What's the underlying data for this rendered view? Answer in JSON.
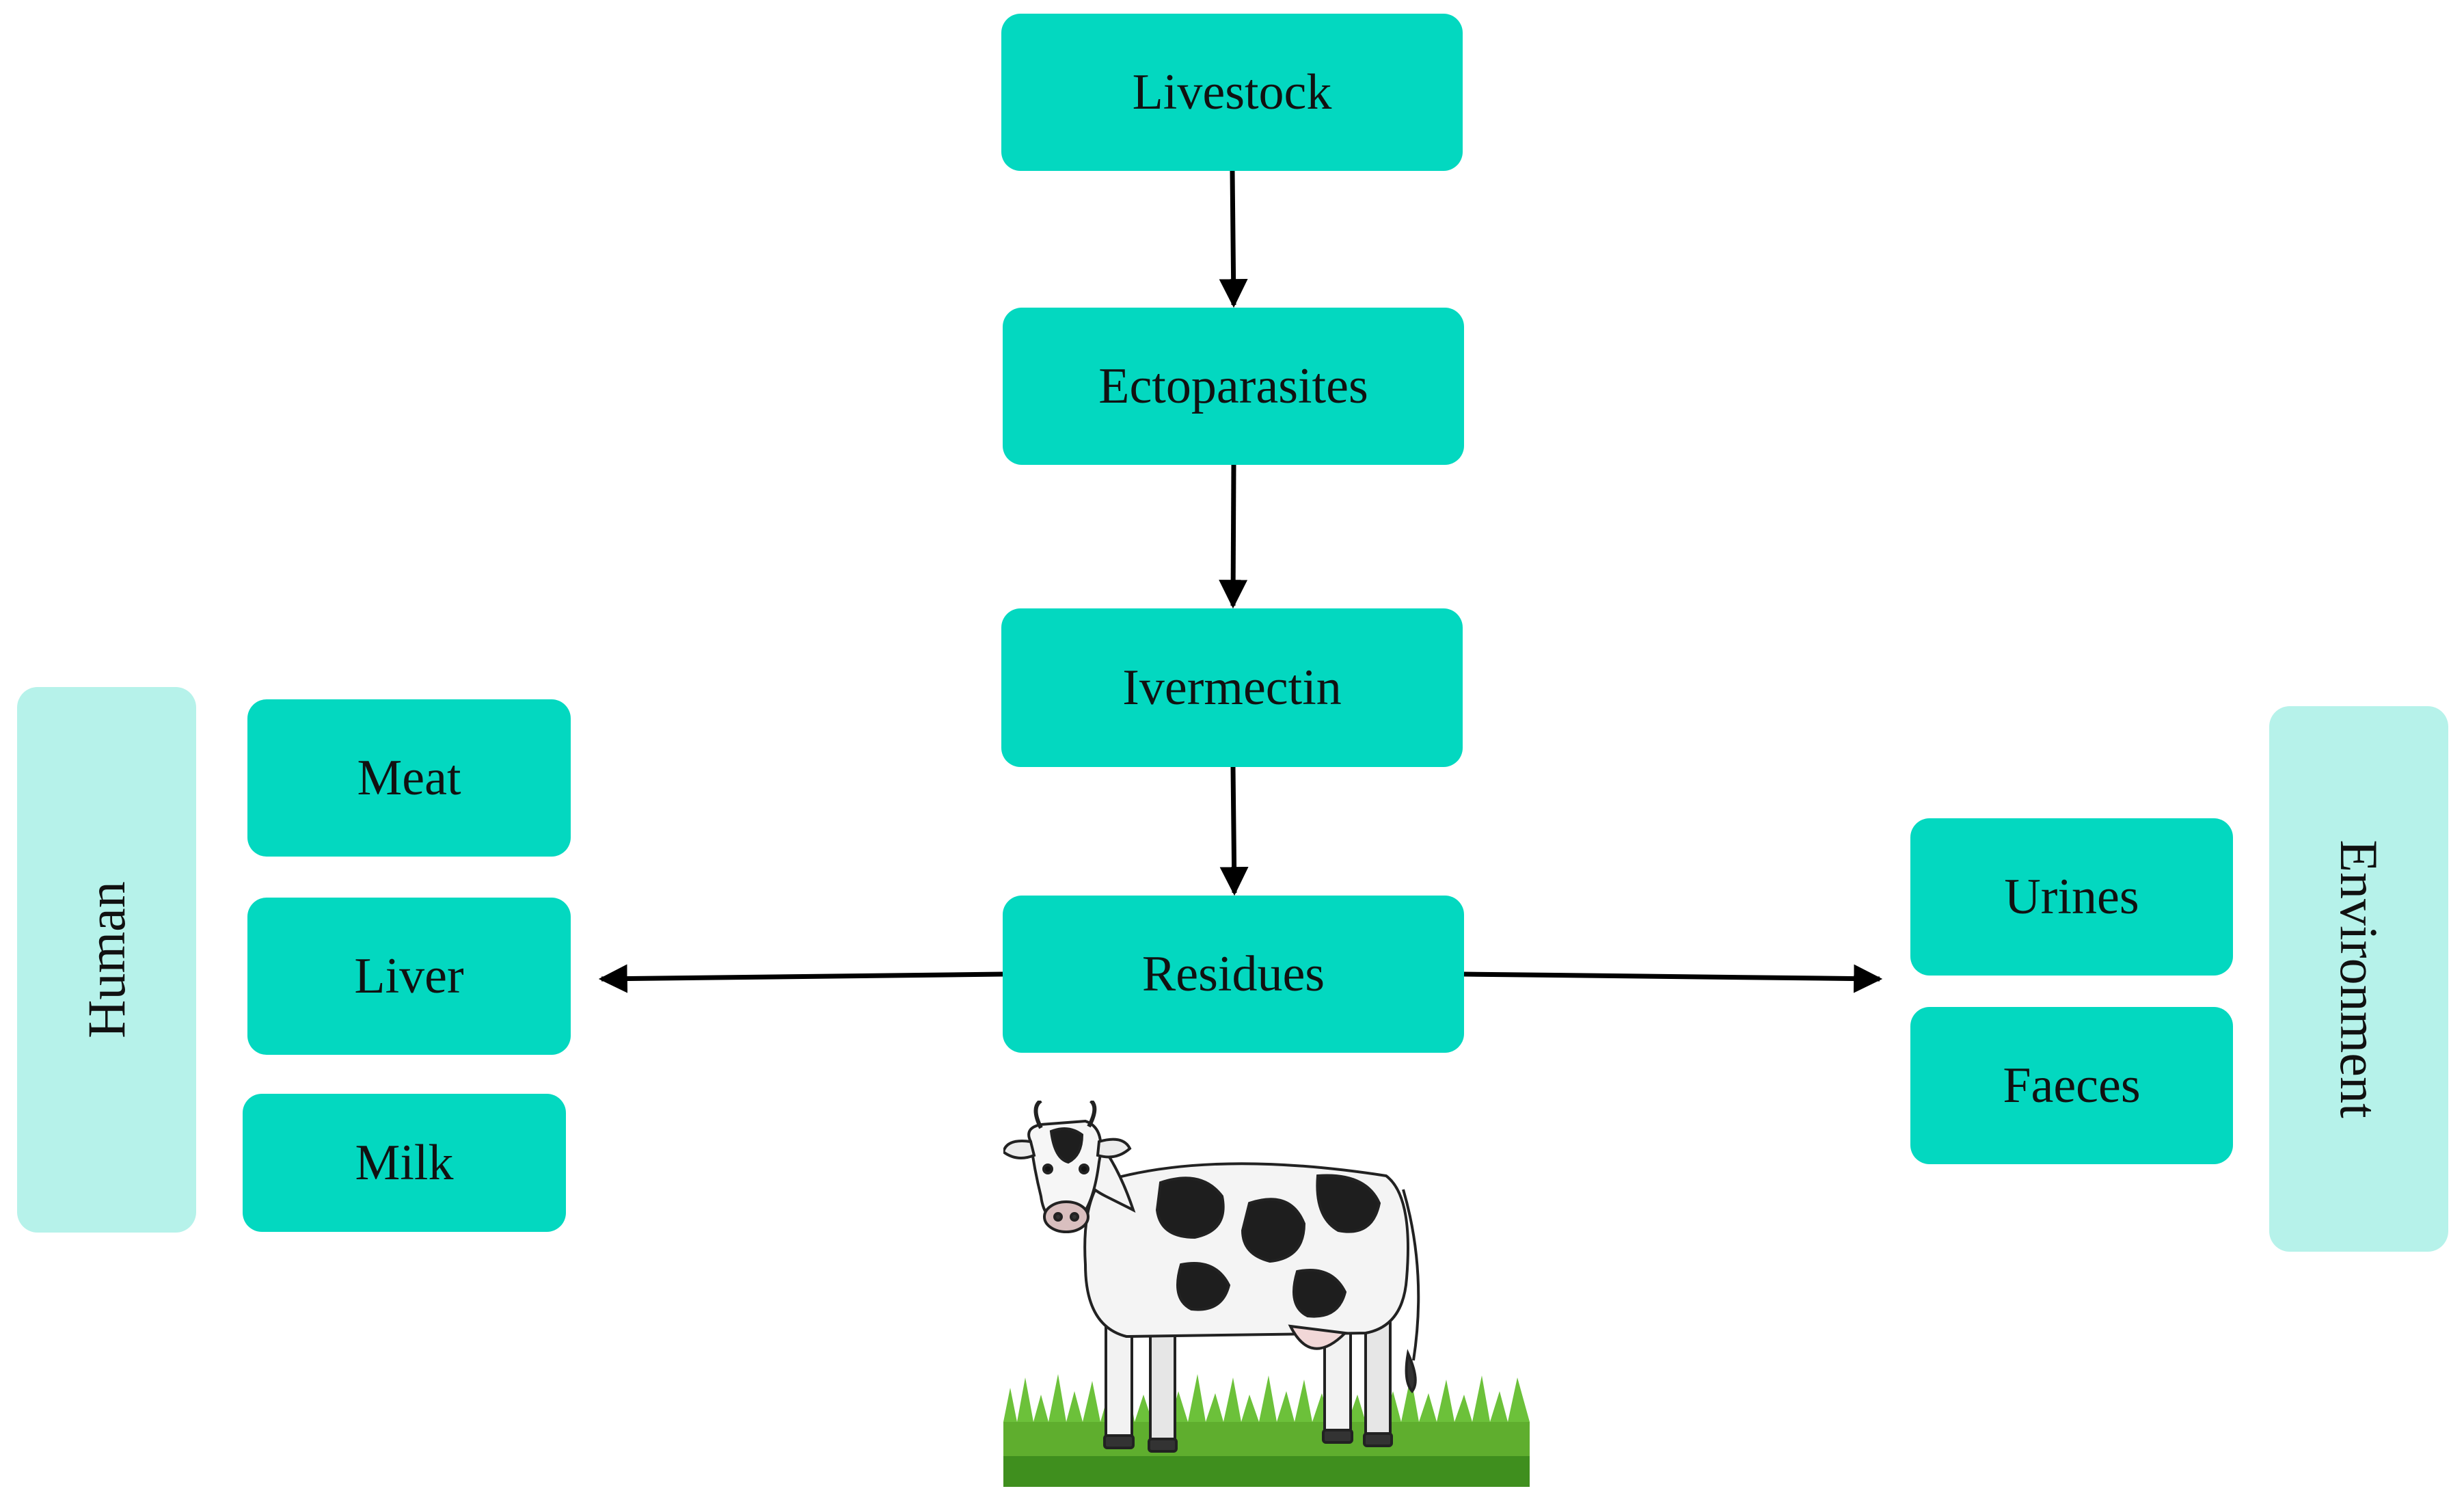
{
  "flow": {
    "livestock": "Livestock",
    "ectoparasites": "Ectoparasites",
    "ivermectin": "Ivermectin",
    "residues": "Residues"
  },
  "human": {
    "label": "Human",
    "items": [
      "Meat",
      "Liver",
      "Milk"
    ]
  },
  "environment": {
    "label": "Environment",
    "items": [
      "Urines",
      "Faeces"
    ]
  },
  "colors": {
    "box": "#03d8c0",
    "side_panel": "#b6f2ea",
    "arrow": "#000000"
  },
  "illustration": "cow-on-grass"
}
